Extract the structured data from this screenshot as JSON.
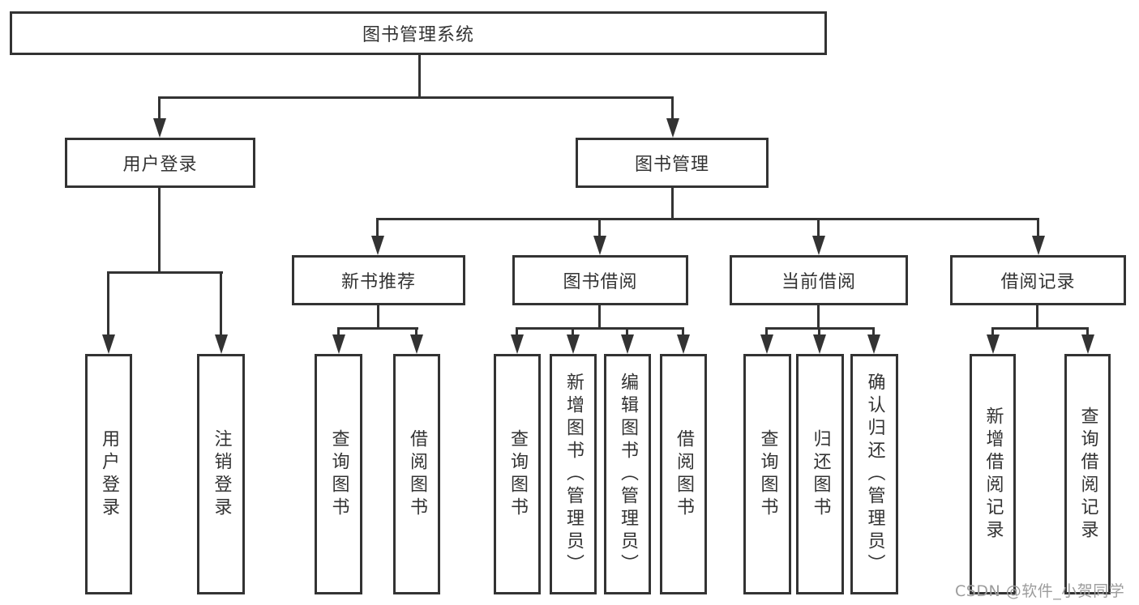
{
  "title": "图书管理系统",
  "level2": {
    "user_login": "用户登录",
    "book_management": "图书管理"
  },
  "level3": {
    "new_book": "新书推荐",
    "borrow": "图书借阅",
    "current": "当前借阅",
    "records": "借阅记录"
  },
  "leaves": {
    "user_login": [
      "用户登录",
      "注销登录"
    ],
    "new_book": [
      "查询图书",
      "借阅图书"
    ],
    "borrow": [
      "查询图书",
      "新增图书（管理员）",
      "编辑图书（管理员）",
      "借阅图书"
    ],
    "current": [
      "查询图书",
      "归还图书",
      "确认归还（管理员）"
    ],
    "records": [
      "新增借阅记录",
      "查询借阅记录"
    ]
  },
  "watermark": "CSDN @软件_小贺同学",
  "colors": {
    "line": "#333333",
    "background": "#ffffff",
    "watermark": "#9c9c9c"
  }
}
